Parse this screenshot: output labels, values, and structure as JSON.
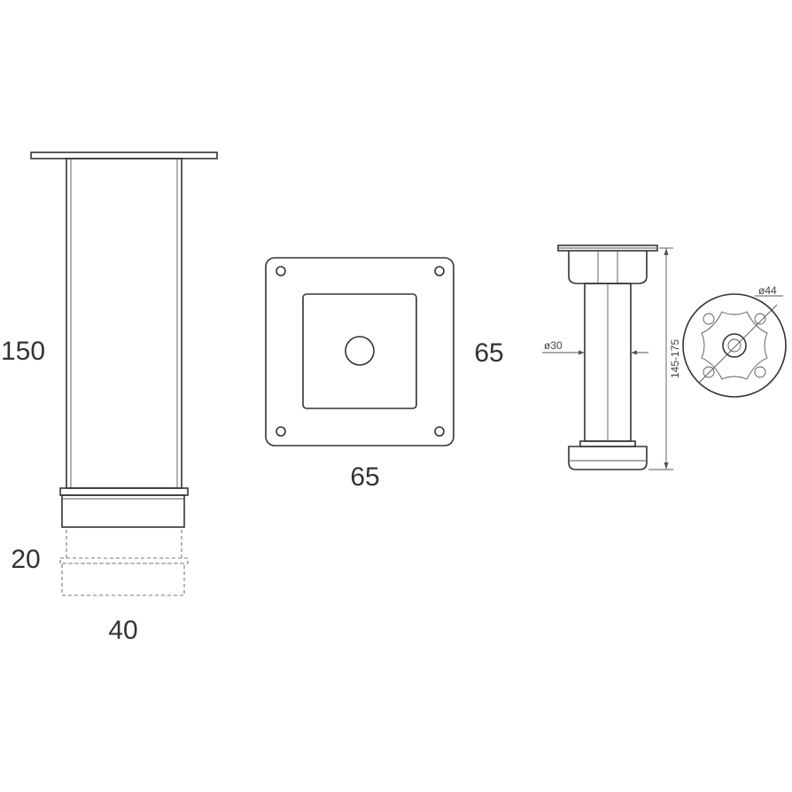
{
  "drawing": {
    "side_leg": {
      "height_label": "150",
      "adjust_label": "20",
      "width_label": "40"
    },
    "mount_plate": {
      "width_label": "65",
      "height_label": "65"
    },
    "adjustable_leg": {
      "tube_diameter_label": "ø30",
      "range_label": "145-175"
    },
    "foot_top_view": {
      "diameter_label": "ø44"
    }
  }
}
